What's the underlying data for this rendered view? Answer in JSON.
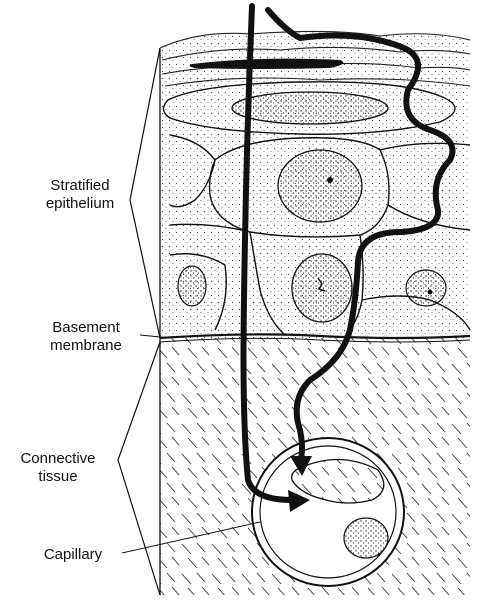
{
  "labels": {
    "stratified_epithelium": [
      "Stratified",
      "epithelium"
    ],
    "basement_membrane": [
      "Basement",
      "membrane"
    ],
    "connective_tissue": [
      "Connective",
      "tissue"
    ],
    "capillary": "Capillary"
  },
  "colors": {
    "ink": "#111111",
    "background": "#ffffff"
  }
}
